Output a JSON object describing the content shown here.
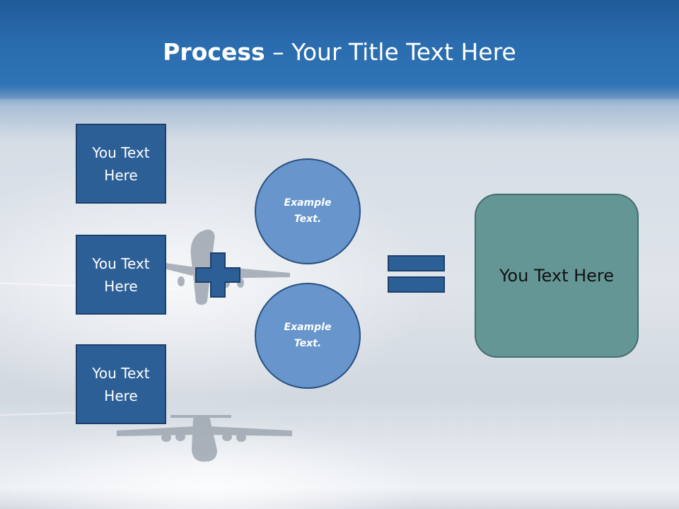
{
  "slide": {
    "title_bold": "Process",
    "title_rest": " – Your Title Text Here",
    "left_boxes": [
      {
        "label": "You Text Here"
      },
      {
        "label": "You Text Here"
      },
      {
        "label": "You Text Here"
      }
    ],
    "circles": [
      {
        "label": "Example Text."
      },
      {
        "label": "Example Text."
      }
    ],
    "result_box": {
      "label": "You Text Here"
    }
  },
  "colors": {
    "header_blue": "#2a6cae",
    "box_fill": "#2d5f97",
    "circle_fill": "#6795cc",
    "result_fill": "#649696",
    "operator_fill": "#2d5f97"
  },
  "icons": [
    "plus-icon",
    "equals-icon",
    "airplane-silhouette-icon"
  ]
}
